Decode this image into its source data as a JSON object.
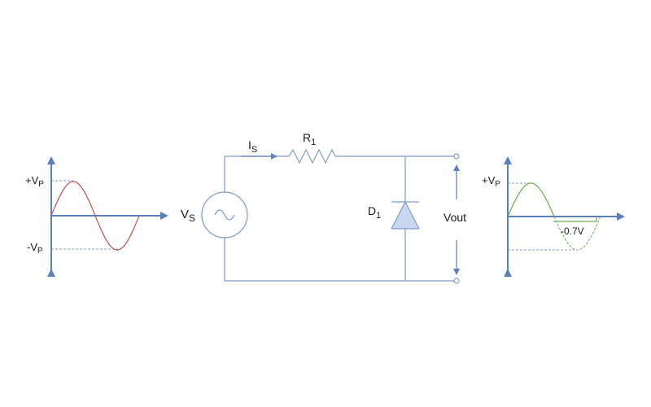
{
  "input_waveform": {
    "pos_peak_label": {
      "main": "+V",
      "sub": "P"
    },
    "neg_peak_label": {
      "main": "-V",
      "sub": "P"
    },
    "wave_color": "#c0504d"
  },
  "circuit": {
    "source_label": {
      "main": "V",
      "sub": "S"
    },
    "current_label": {
      "main": "I",
      "sub": "S"
    },
    "resistor_label": {
      "main": "R",
      "sub": "1"
    },
    "diode_label": {
      "main": "D",
      "sub": "1"
    },
    "output_label": "Vout",
    "wire_color": "#7f9cc9",
    "diode_fill": "#c8d8f0"
  },
  "output_waveform": {
    "pos_peak_label": {
      "main": "+V",
      "sub": "P"
    },
    "clamp_label": "-0.7V",
    "wave_color": "#6aab4f"
  },
  "colors": {
    "axis": "#5b7fbf",
    "dashed": "#7f9cc9"
  }
}
